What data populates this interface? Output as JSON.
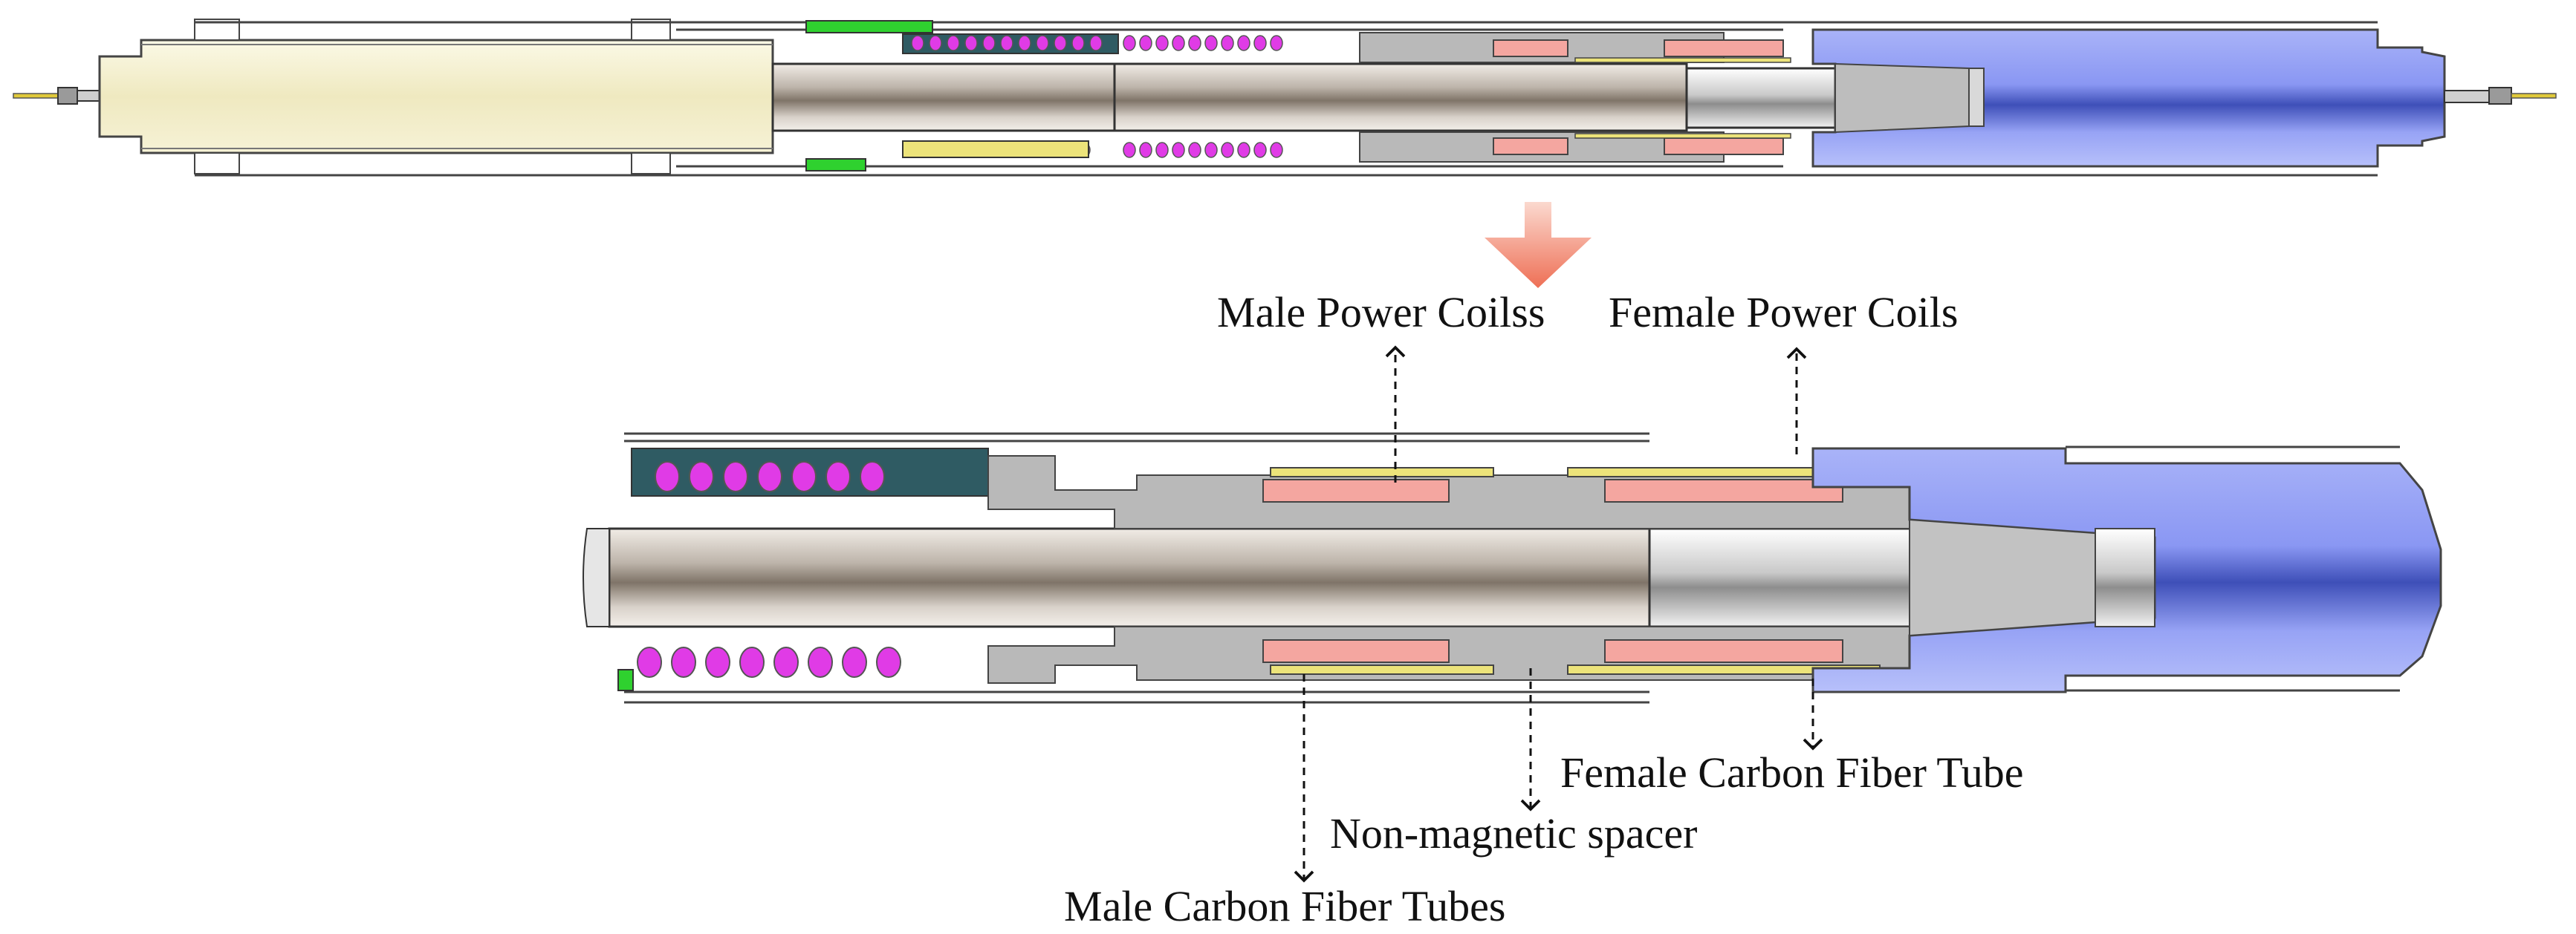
{
  "labels": {
    "male_power_coils": "Male Power Coilss",
    "female_power_coils": "Female Power Coils",
    "female_carbon_fiber_tube": "Female Carbon Fiber Tube",
    "non_magnetic_spacer": "Non-magnetic spacer",
    "male_carbon_fiber_tubes": "Male Carbon Fiber Tubes"
  },
  "colors": {
    "cream_housing": "#f4f0cf",
    "blue_female_body": "#8f9cf5",
    "steel_mandrel": "#c9c3bd",
    "mandrel_dark": "#8a7f74",
    "magenta_spring": "#e03be6",
    "green_part": "#2fd12f",
    "yellow_fiber_tube": "#ece37a",
    "pink_coil": "#f4a6a0",
    "teal_block": "#2f5b63",
    "gray_part": "#b9b9b9",
    "arrow_orange": "#f08a74"
  },
  "icons": {
    "down_arrow": "zoom-arrow-icon"
  }
}
